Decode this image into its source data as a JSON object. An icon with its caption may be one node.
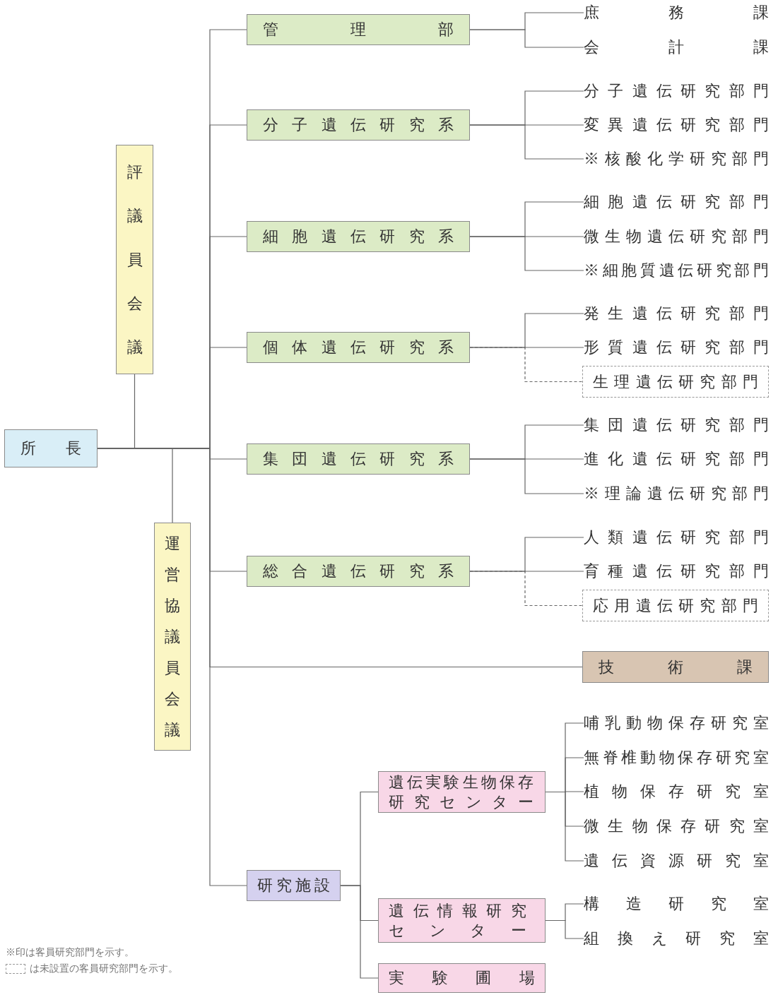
{
  "diagram": {
    "nodes": [
      {
        "text": [
          "所長"
        ]
      },
      {
        "text": [
          "評議員会議"
        ]
      },
      {
        "text": [
          "運営協議員会議"
        ]
      },
      {
        "text": [
          "管理部"
        ]
      },
      {
        "text": [
          "庶務課"
        ]
      },
      {
        "text": [
          "会計課"
        ]
      },
      {
        "text": [
          "分子遺伝研究系"
        ]
      },
      {
        "text": [
          "分子遺伝研究部門"
        ]
      },
      {
        "text": [
          "変異遺伝研究部門"
        ]
      },
      {
        "text": [
          "※核酸化学研究部門"
        ]
      },
      {
        "text": [
          "細胞遺伝研究系"
        ]
      },
      {
        "text": [
          "細胞遺伝研究部門"
        ]
      },
      {
        "text": [
          "微生物遺伝研究部門"
        ]
      },
      {
        "text": [
          "※細胞質遺伝研究部門"
        ]
      },
      {
        "text": [
          "個体遺伝研究系"
        ]
      },
      {
        "text": [
          "発生遺伝研究部門"
        ]
      },
      {
        "text": [
          "形質遺伝研究部門"
        ]
      },
      {
        "text": [
          "生理遺伝研究部門"
        ]
      },
      {
        "text": [
          "集団遺伝研究系"
        ]
      },
      {
        "text": [
          "集団遺伝研究部門"
        ]
      },
      {
        "text": [
          "進化遺伝研究部門"
        ]
      },
      {
        "text": [
          "※理論遺伝研究部門"
        ]
      },
      {
        "text": [
          "総合遺伝研究系"
        ]
      },
      {
        "text": [
          "人類遺伝研究部門"
        ]
      },
      {
        "text": [
          "育種遺伝研究部門"
        ]
      },
      {
        "text": [
          "応用遺伝研究部門"
        ]
      },
      {
        "text": [
          "技術課"
        ]
      },
      {
        "text": [
          "研究施設"
        ]
      },
      {
        "text": [
          "遺伝実験生物保存研究センター"
        ]
      },
      {
        "text": [
          "哺乳動物保存研究室"
        ]
      },
      {
        "text": [
          "無脊椎動物保存研究室"
        ]
      },
      {
        "text": [
          "植物保存研究室"
        ]
      },
      {
        "text": [
          "微生物保存研究室"
        ]
      },
      {
        "text": [
          "遺伝資源研究室"
        ]
      },
      {
        "text": [
          "遺伝情報研究センター"
        ]
      },
      {
        "text": [
          "構造研究室"
        ]
      },
      {
        "text": [
          "組換え研究室"
        ]
      },
      {
        "text": [
          "実験圃場"
        ]
      }
    ],
    "edges": [
      {
        "from": 0,
        "to": 1,
        "arrow": "none"
      },
      {
        "from": 0,
        "to": 2,
        "arrow": "none"
      },
      {
        "from": 0,
        "to": 3,
        "arrow": "none"
      },
      {
        "from": 0,
        "to": 6,
        "arrow": "none"
      },
      {
        "from": 0,
        "to": 10,
        "arrow": "none"
      },
      {
        "from": 0,
        "to": 14,
        "arrow": "none"
      },
      {
        "from": 0,
        "to": 18,
        "arrow": "none"
      },
      {
        "from": 0,
        "to": 22,
        "arrow": "none"
      },
      {
        "from": 0,
        "to": 26,
        "arrow": "none"
      },
      {
        "from": 0,
        "to": 27,
        "arrow": "none"
      },
      {
        "from": 3,
        "to": 4,
        "arrow": "none"
      },
      {
        "from": 3,
        "to": 5,
        "arrow": "none"
      },
      {
        "from": 6,
        "to": 7,
        "arrow": "none"
      },
      {
        "from": 6,
        "to": 8,
        "arrow": "none"
      },
      {
        "from": 6,
        "to": 9,
        "arrow": "none"
      },
      {
        "from": 10,
        "to": 11,
        "arrow": "none"
      },
      {
        "from": 10,
        "to": 12,
        "arrow": "none"
      },
      {
        "from": 10,
        "to": 13,
        "arrow": "none"
      },
      {
        "from": 14,
        "to": 15,
        "arrow": "none"
      },
      {
        "from": 14,
        "to": 16,
        "arrow": "none"
      },
      {
        "from": 14,
        "to": 17,
        "arrow": "none",
        "style": "dashed"
      },
      {
        "from": 18,
        "to": 19,
        "arrow": "none"
      },
      {
        "from": 18,
        "to": 20,
        "arrow": "none"
      },
      {
        "from": 18,
        "to": 21,
        "arrow": "none"
      },
      {
        "from": 22,
        "to": 23,
        "arrow": "none"
      },
      {
        "from": 22,
        "to": 24,
        "arrow": "none"
      },
      {
        "from": 22,
        "to": 25,
        "arrow": "none",
        "style": "dashed"
      },
      {
        "from": 27,
        "to": 28,
        "arrow": "none"
      },
      {
        "from": 27,
        "to": 34,
        "arrow": "none"
      },
      {
        "from": 27,
        "to": 37,
        "arrow": "none"
      },
      {
        "from": 28,
        "to": 29,
        "arrow": "none"
      },
      {
        "from": 28,
        "to": 30,
        "arrow": "none"
      },
      {
        "from": 28,
        "to": 31,
        "arrow": "none"
      },
      {
        "from": 28,
        "to": 32,
        "arrow": "none"
      },
      {
        "from": 28,
        "to": 33,
        "arrow": "none"
      },
      {
        "from": 34,
        "to": 35,
        "arrow": "none"
      },
      {
        "from": 34,
        "to": 36,
        "arrow": "none"
      }
    ],
    "labels": [
      "※印は客員研究部門を示す。"
    ],
    "legend": [
      {
        "text": "は未設置の客員研究部門を示す。"
      }
    ]
  }
}
